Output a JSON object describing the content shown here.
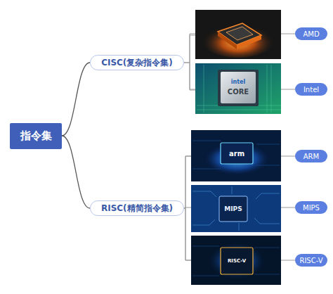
{
  "diagram": {
    "nodes": [
      {
        "text": [
          "指令集"
        ]
      },
      {
        "text": [
          "CISC(复杂指令集)"
        ]
      },
      {
        "text": [
          "AMD"
        ]
      },
      {
        "text": [
          "Intel"
        ]
      },
      {
        "text": [
          "RISC(精简指令集)"
        ]
      },
      {
        "text": [
          "ARM"
        ]
      },
      {
        "text": [
          "MIPS"
        ]
      },
      {
        "text": [
          "RISC-V"
        ]
      }
    ],
    "edges": [
      {
        "from": 0,
        "to": 1,
        "arrow": "none"
      },
      {
        "from": 0,
        "to": 4,
        "arrow": "none"
      },
      {
        "from": 1,
        "to": 2,
        "arrow": "none"
      },
      {
        "from": 1,
        "to": 3,
        "arrow": "none"
      },
      {
        "from": 4,
        "to": 5,
        "arrow": "none"
      },
      {
        "from": 4,
        "to": 6,
        "arrow": "none"
      },
      {
        "from": 4,
        "to": 7,
        "arrow": "none"
      }
    ],
    "labels": [
      "intel",
      "CORE",
      "arm",
      "MIPS",
      "RISC-V"
    ]
  }
}
